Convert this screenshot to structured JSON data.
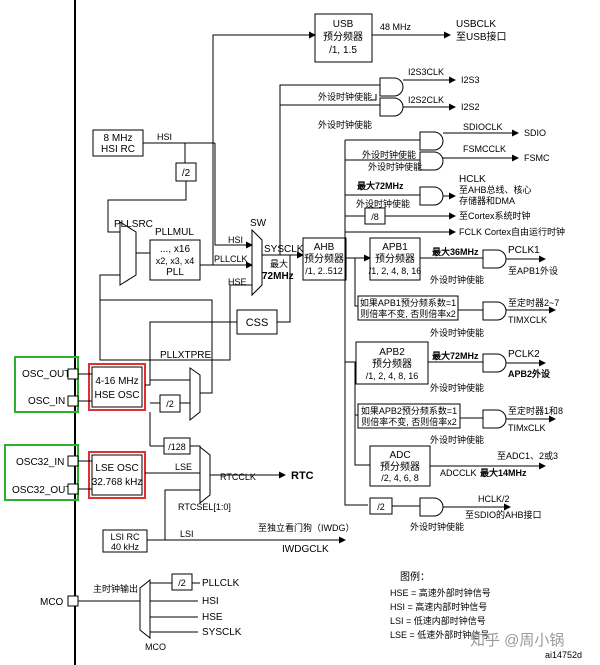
{
  "blocks": {
    "usb": {
      "name": "USB",
      "sub": "预分频器",
      "div": "/1, 1.5",
      "freq": "48 MHz",
      "clk": "USBCLK",
      "dest": "至USB接口"
    },
    "hsi_rc": {
      "line1": "8 MHz",
      "line2": "HSI RC"
    },
    "div2": "/2",
    "div8": "/8",
    "div128": "/128",
    "pllsrc": "PLLSRC",
    "pllmul": {
      "name": "PLLMUL",
      "line1": "..., x16",
      "line2": "x2, x3, x4",
      "line3": "PLL"
    },
    "sw": "SW",
    "css": "CSS",
    "ahb": {
      "name": "AHB",
      "sub": "预分频器",
      "div": "/1, 2..512"
    },
    "apb1": {
      "name": "APB1",
      "sub": "预分频器",
      "div": "/1, 2, 4, 8, 16"
    },
    "apb1_timer": {
      "line1": "如果APB1预分频系数=1",
      "line2": "则倍率不变, 否则倍率x2"
    },
    "apb2": {
      "name": "APB2",
      "sub": "预分频器",
      "div": "/1, 2, 4, 8, 16"
    },
    "apb2_timer": {
      "line1": "如果APB2预分频系数=1",
      "line2": "则倍率不变, 否则倍率x2"
    },
    "adc": {
      "name": "ADC",
      "sub": "预分频器",
      "div": "/2, 4, 6, 8"
    },
    "hse_osc": {
      "line1": "4-16 MHz",
      "line2": "HSE OSC"
    },
    "pllxtpre": "PLLXTPRE",
    "lse_osc": {
      "line1": "LSE OSC",
      "line2": "32.768 kHz"
    },
    "rtcsel": "RTCSEL[1:0]",
    "lsi_rc": {
      "line1": "LSI RC",
      "line2": "40 kHz"
    },
    "mco_mux": "MCO"
  },
  "signals": {
    "hsi": "HSI",
    "hse": "HSE",
    "lse": "LSE",
    "lsi": "LSI",
    "pllclk": "PLLCLK",
    "sysclk": "SYSCLK",
    "max": "最大",
    "mhz72": "72MHz"
  },
  "labels": {
    "periph_enable": "外设时钟使能",
    "main_clock_out": "主时钟输出"
  },
  "outputs": {
    "i2s3clk": "I2S3CLK",
    "i2s3": "I2S3",
    "i2s2clk": "I2S2CLK",
    "i2s2": "I2S2",
    "sdioclk": "SDIOCLK",
    "sdio": "SDIO",
    "fsmcclk": "FSMCCLK",
    "fsmc": "FSMC",
    "hclk_max": "最大72MHz",
    "hclk": "HCLK",
    "hclk_dest1": "至AHB总线、核心",
    "hclk_dest2": "存储器和DMA",
    "cortex_timer": "至Cortex系统时钟",
    "fclk": "FCLK Cortex自由运行时钟",
    "pclk1_max": "最大36MHz",
    "pclk1": "PCLK1",
    "apb1_periph": "至APB1外设",
    "timx_dest": "至定时器2~7",
    "timxclk": "TIMXCLK",
    "pclk2_max": "最大72MHz",
    "pclk2": "PCLK2",
    "apb2_periph": "APB2外设",
    "tim18_dest": "至定时器1和8",
    "timxclk2": "TIMxCLK",
    "adc_dest": "至ADC1、2或3",
    "adcclk": "ADCCLK",
    "adc_max": "最大14MHz",
    "hclk2": "HCLK/2",
    "sdio_ahb": "至SDIO的AHB接口",
    "rtcclk": "RTCCLK",
    "rtc": "RTC",
    "iwdg_dest": "至独立看门狗（IWDG）",
    "iwdgclk": "IWDGCLK"
  },
  "pins": {
    "osc_out": "OSC_OUT",
    "osc_in": "OSC_IN",
    "osc32_in": "OSC32_IN",
    "osc32_out": "OSC32_OUT",
    "mco": "MCO"
  },
  "mco_inputs": [
    "PLLCLK",
    "HSI",
    "HSE",
    "SYSCLK"
  ],
  "legend": {
    "title": "图例：",
    "items": [
      "HSE = 高速外部时钟信号",
      "HSI = 高速内部时钟信号",
      "LSI = 低速内部时钟信号",
      "LSE = 低速外部时钟信号"
    ]
  },
  "watermark": "知乎 @周小锅",
  "figure_id": "ai14752d",
  "colors": {
    "highlight_green": "#2db02d",
    "highlight_red": "#e03030",
    "line": "#000000"
  }
}
